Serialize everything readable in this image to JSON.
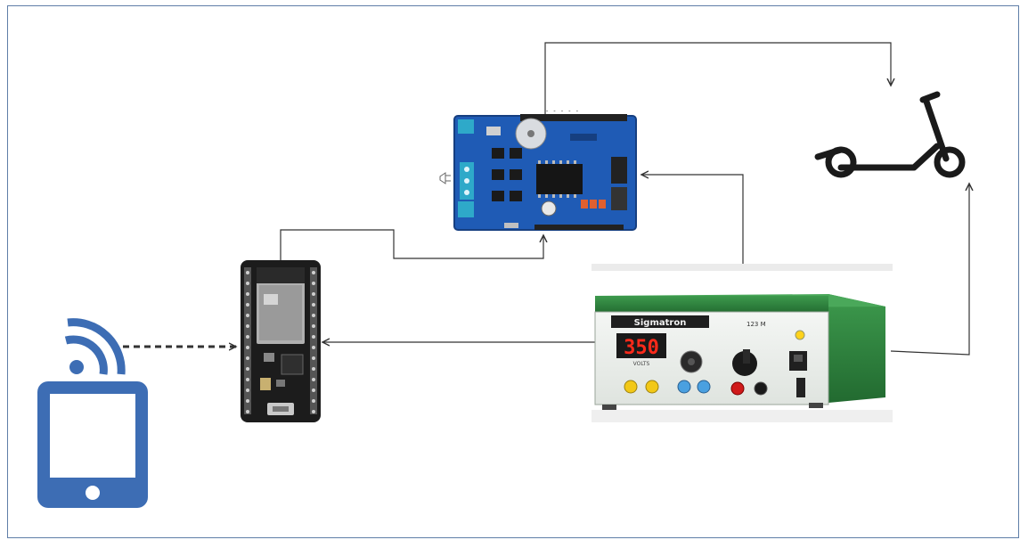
{
  "colors": {
    "frame": "#5f7ea8",
    "phone": "#3d6db4",
    "wires": "#333333",
    "shield_board": "#1f5bb5",
    "esp_board": "#1c1c1c",
    "power_supply_body": "#2f7f3e",
    "power_supply_panel": "#e9ede9",
    "display_red": "#ff2a1a"
  },
  "power_supply": {
    "brand": "Sigmatron",
    "model": "123 M",
    "display": "350",
    "display_unit": "VOLTS"
  },
  "shield": {
    "header_marks": "- - - - -"
  },
  "icons": {
    "phone": "tablet-wifi-icon",
    "scooter": "e-scooter-icon"
  }
}
